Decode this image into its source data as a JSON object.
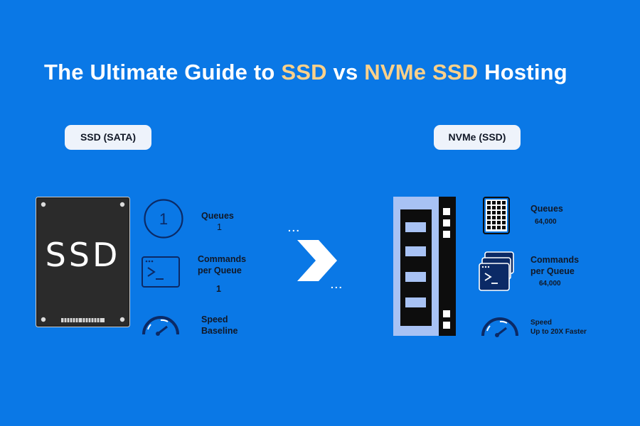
{
  "title": {
    "part1": "The Ultimate Guide to ",
    "hl1": "SSD",
    "part2": " vs ",
    "hl2": "NVMe SSD",
    "part3": " Hosting"
  },
  "left": {
    "pill": "SSD (SATA)",
    "drive_text": "SSD",
    "queues_badge": "1",
    "queues_label": "Queues",
    "queues_value": "1",
    "commands_label_1": "Commands",
    "commands_label_2": "per Queue",
    "commands_value": "1",
    "speed_label_1": "Speed",
    "speed_label_2": "Baseline"
  },
  "right": {
    "pill": "NVMe (SSD)",
    "queues_label": "Queues",
    "queues_value": "64,000",
    "commands_label_1": "Commands",
    "commands_label_2": "per Queue",
    "commands_value": "64,000",
    "speed_label_1": "Speed",
    "speed_label_2": "Up to 20X Faster"
  },
  "colors": {
    "background": "#0a78e6",
    "highlight": "#fcd18a",
    "icon_navy": "#0b2a66",
    "nvme_blue": "#a8c2f4"
  },
  "icons": [
    "sata-ssd-drive",
    "queue-circle",
    "terminal-icon",
    "speedometer-icon",
    "arrow-icon",
    "nvme-ssd-stick",
    "grid-icon",
    "terminal-stack-icon"
  ]
}
